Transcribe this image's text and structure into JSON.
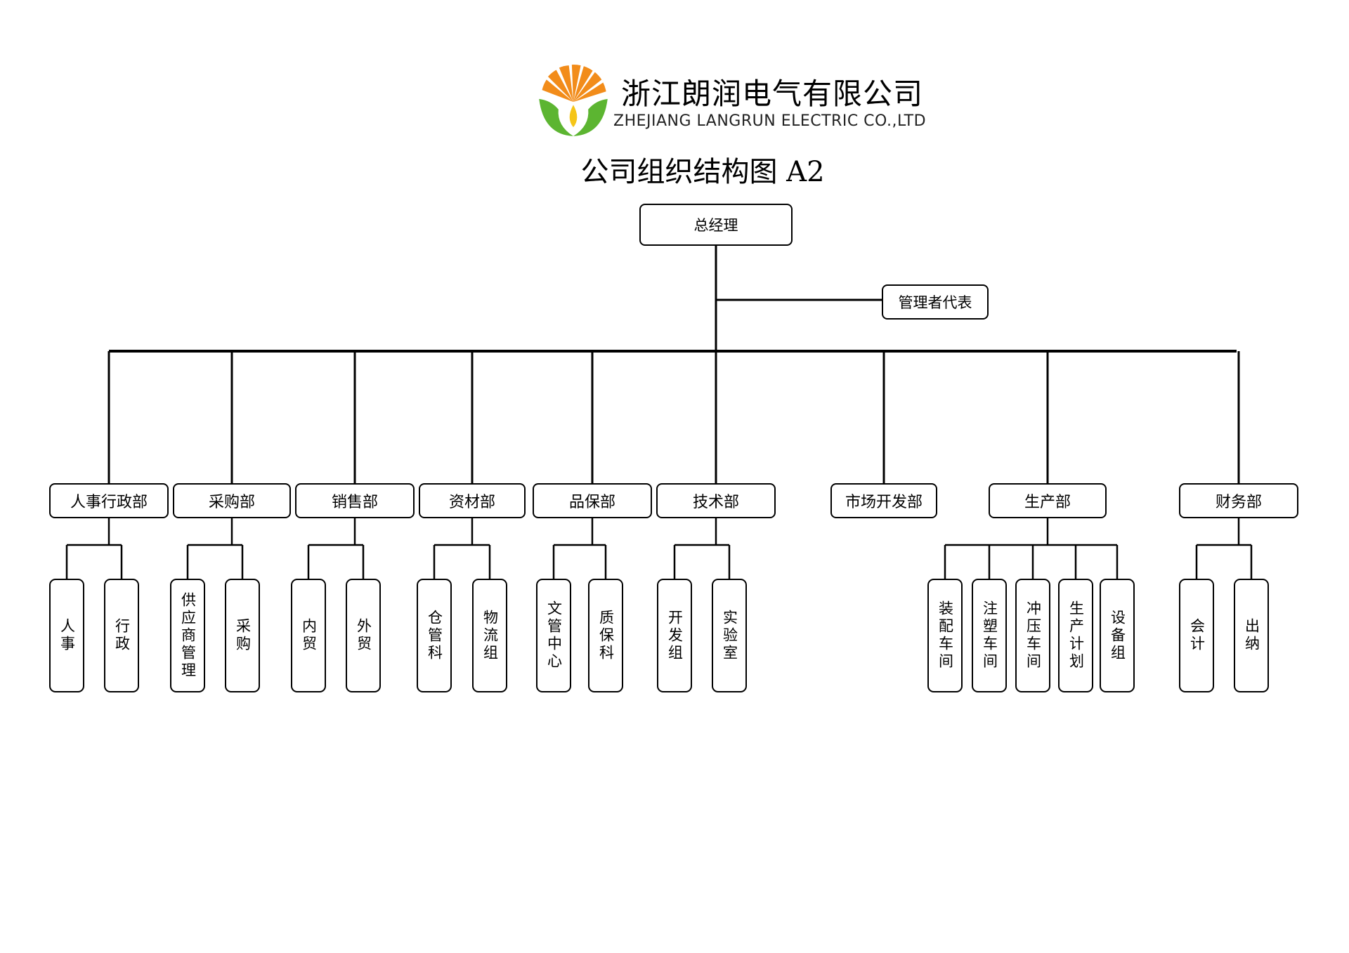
{
  "header": {
    "company_name_cn": "浙江朗润电气有限公司",
    "company_name_en": "ZHEJIANG LANGRUN ELECTRIC CO.,LTD",
    "logo_icon": "langrun-logo-icon"
  },
  "title": "公司组织结构图 A2",
  "colors": {
    "logo_orange": "#f28c1a",
    "logo_green": "#5cb531",
    "line": "#000000"
  },
  "org": {
    "root": "总经理",
    "side": "管理者代表",
    "departments": [
      {
        "name": "人事行政部",
        "children": [
          "人事",
          "行政"
        ]
      },
      {
        "name": "采购部",
        "children": [
          "供应商管理",
          "采购"
        ]
      },
      {
        "name": "销售部",
        "children": [
          "内贸",
          "外贸"
        ]
      },
      {
        "name": "资材部",
        "children": [
          "仓管科",
          "物流组"
        ]
      },
      {
        "name": "品保部",
        "children": [
          "文管中心",
          "质保科"
        ]
      },
      {
        "name": "技术部",
        "children": [
          "开发组",
          "实验室"
        ]
      },
      {
        "name": "市场开发部",
        "children": []
      },
      {
        "name": "生产部",
        "children": [
          "装配车间",
          "注塑车间",
          "冲压车间",
          "生产计划",
          "设备组"
        ]
      },
      {
        "name": "财务部",
        "children": [
          "会计",
          "出纳"
        ]
      }
    ]
  }
}
